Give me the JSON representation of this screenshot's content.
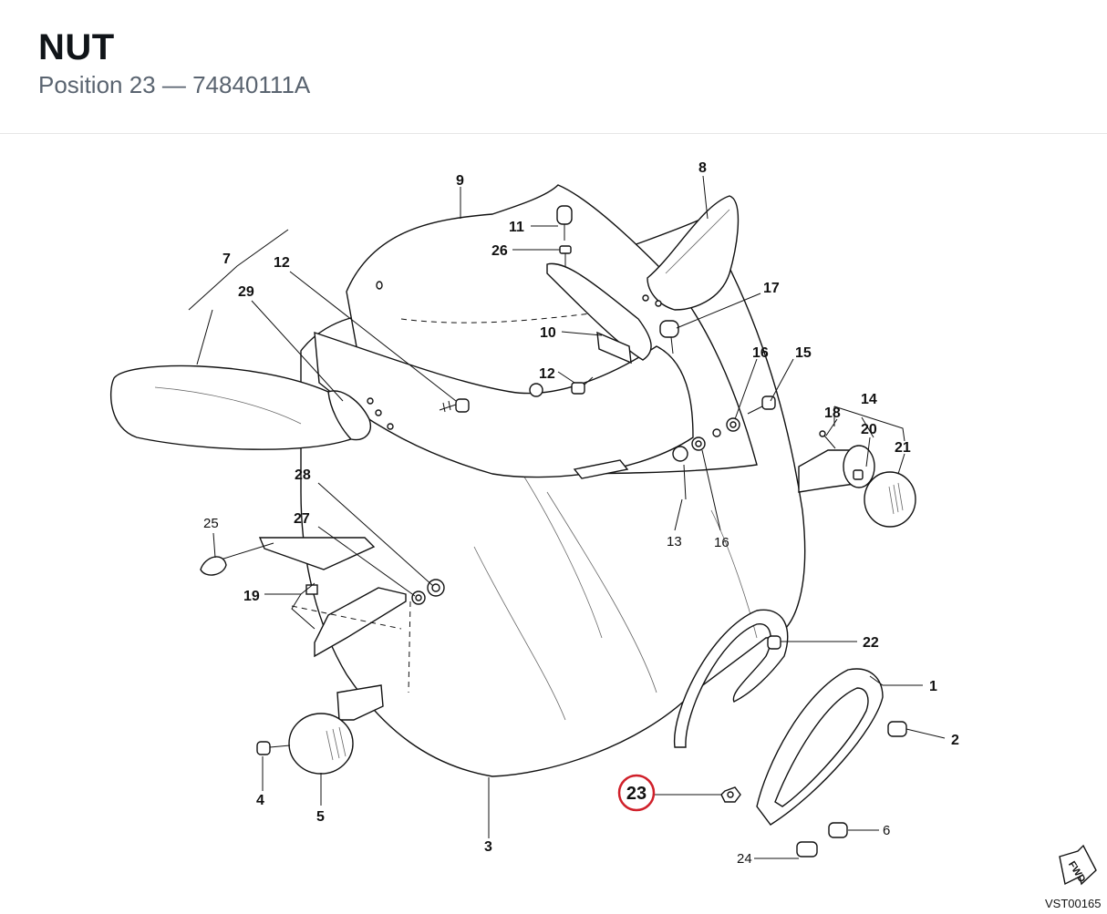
{
  "header": {
    "title": "NUT",
    "subtitle": "Position 23 — 74840111A"
  },
  "diagram": {
    "drawing_code": "VST00165",
    "fwd_label": "FWD",
    "highlight_color": "#d0202a",
    "labels": {
      "p1": "1",
      "p2": "2",
      "p3": "3",
      "p4": "4",
      "p5": "5",
      "p6": "6",
      "p7": "7",
      "p8": "8",
      "p9": "9",
      "p10": "10",
      "p11": "11",
      "p12a": "12",
      "p12b": "12",
      "p13": "13",
      "p14": "14",
      "p15": "15",
      "p16a": "16",
      "p16b": "16",
      "p17": "17",
      "p18": "18",
      "p19": "19",
      "p20": "20",
      "p21": "21",
      "p22": "22",
      "p23": "23",
      "p24": "24",
      "p25": "25",
      "p26": "26",
      "p27": "27",
      "p28": "28",
      "p29": "29"
    }
  }
}
